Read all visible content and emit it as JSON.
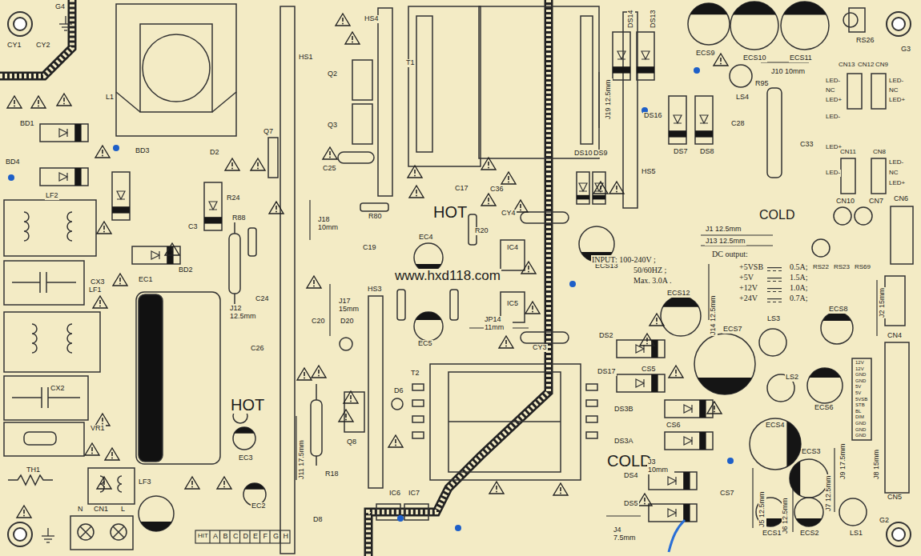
{
  "diagram": {
    "labels": [
      "G4",
      "CY1",
      "CY2",
      "L1",
      "BD1",
      "BD3",
      "BD4",
      "LF2",
      "D2",
      "R24",
      "R88",
      "C3",
      "CX3",
      "EC1",
      "BD2",
      "Q7",
      "HS1",
      "HS4",
      "Q2",
      "Q3",
      "C25",
      "T1",
      "J19 12.5mm",
      "C17",
      "C36",
      "CY4",
      "HOT",
      "J18 10mm",
      "R80",
      "C19",
      "R20",
      "EC4",
      "IC4",
      "ECS13",
      "www.hxd118.com",
      "IC5",
      "J17 15mm",
      "HS3",
      "C20",
      "D20",
      "EC5",
      "JP14 11mm",
      "CY3",
      "J12 12.5mm",
      "C24",
      "C26",
      "HOT",
      "EC3",
      "CX2",
      "VR1",
      "LF1",
      "TH1",
      "LF3",
      "CN1",
      "N",
      "L",
      "EC2",
      "HIT",
      "A",
      "B",
      "C",
      "D",
      "E",
      "F",
      "G",
      "H",
      "J11 17.5mm",
      "R18",
      "Q8",
      "D8",
      "T2",
      "D6",
      "IC6",
      "IC7",
      "DS2",
      "DS17",
      "CS5",
      "DS3B",
      "CS6",
      "DS3A",
      "COLD",
      "J3 10mm",
      "DS4",
      "CS7",
      "DS5",
      "J4 7.5mm",
      "DS14",
      "DS13",
      "ECS9",
      "ECS10",
      "ECS11",
      "RS26",
      "G3",
      "J10 10mm",
      "LS4",
      "R95",
      "CN13",
      "CN12",
      "CN9",
      "LED-",
      "NC",
      "LED+",
      "LED-",
      "LED+",
      "LED-",
      "LED-",
      "NC",
      "LED+",
      "LED-",
      "NC",
      "LED+",
      "C33",
      "C28",
      "DS16",
      "DS7",
      "DS8",
      "DS10",
      "DS9",
      "HS5",
      "CN11",
      "CN8",
      "CN10",
      "CN7",
      "CN6",
      "COLD",
      "J1 12.5mm",
      "J13 12.5mm",
      "INPUT: 100-240V ;",
      "50/60HZ ;",
      "Max. 3.0A .",
      "DC output:",
      "+5VSB",
      "0.5A;",
      "+5V",
      "1.5A;",
      "+12V",
      "1.0A;",
      "+24V",
      "0.7A;",
      "RS22",
      "RS23",
      "RS69",
      "J14 12.5mm",
      "ECS12",
      "LS3",
      "ECS7",
      "ECS8",
      "J2 15mm",
      "CN4",
      "LS2",
      "ECS6",
      "ECS4",
      "ECS3",
      "J9 17.5mm",
      "J8 15mm",
      "12V",
      "12V",
      "GND",
      "GND",
      "5V",
      "5V",
      "5VSB",
      "STB",
      "BL",
      "DIM",
      "GND",
      "GND",
      "GND",
      "CN5",
      "J5 12.5mm",
      "J6 12.5mm",
      "J7 12.5mm",
      "ECS1",
      "ECS2",
      "LS1",
      "G2"
    ]
  }
}
